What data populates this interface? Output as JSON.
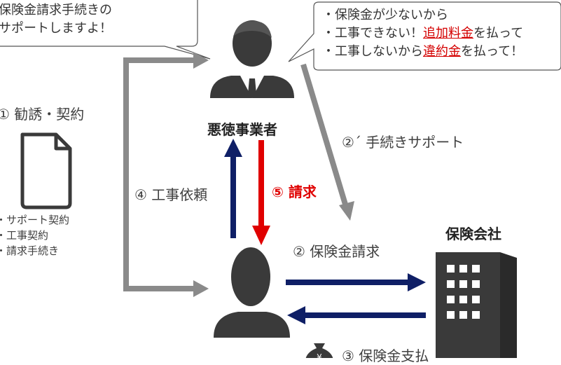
{
  "left_bubble": {
    "line1": "保険金請求手続きの",
    "line2": "サポートしますよ！"
  },
  "right_bubble": {
    "line1": "・保険金が少ないから",
    "line2_pre": "・工事できない！",
    "line2_red": "追加料金",
    "line2_post": "を払って",
    "line3_pre": "・工事しないから",
    "line3_red": "違約金",
    "line3_post": "を払って！"
  },
  "actors": {
    "contractor": "悪徳事業者",
    "insurer": "保険会社"
  },
  "labels": {
    "step1": "① 勧誘・契約",
    "step2_support": "②´ 手続きサポート",
    "step2_claim": "② 保険金請求",
    "step3": "③ 保険金支払",
    "step4": "④ 工事依頼",
    "step5": "⑤ 請求"
  },
  "contract_items": [
    "・サポート契約",
    "・工事契約",
    "・請求手続き"
  ],
  "colors": {
    "navy": "#0f1f66",
    "red": "#e00000",
    "gray_arrow": "#8a8a8a",
    "icon": "#3a3a3a"
  },
  "icons": [
    "person-suit-icon",
    "person-icon",
    "document-icon",
    "building-icon",
    "money-bag-icon"
  ]
}
